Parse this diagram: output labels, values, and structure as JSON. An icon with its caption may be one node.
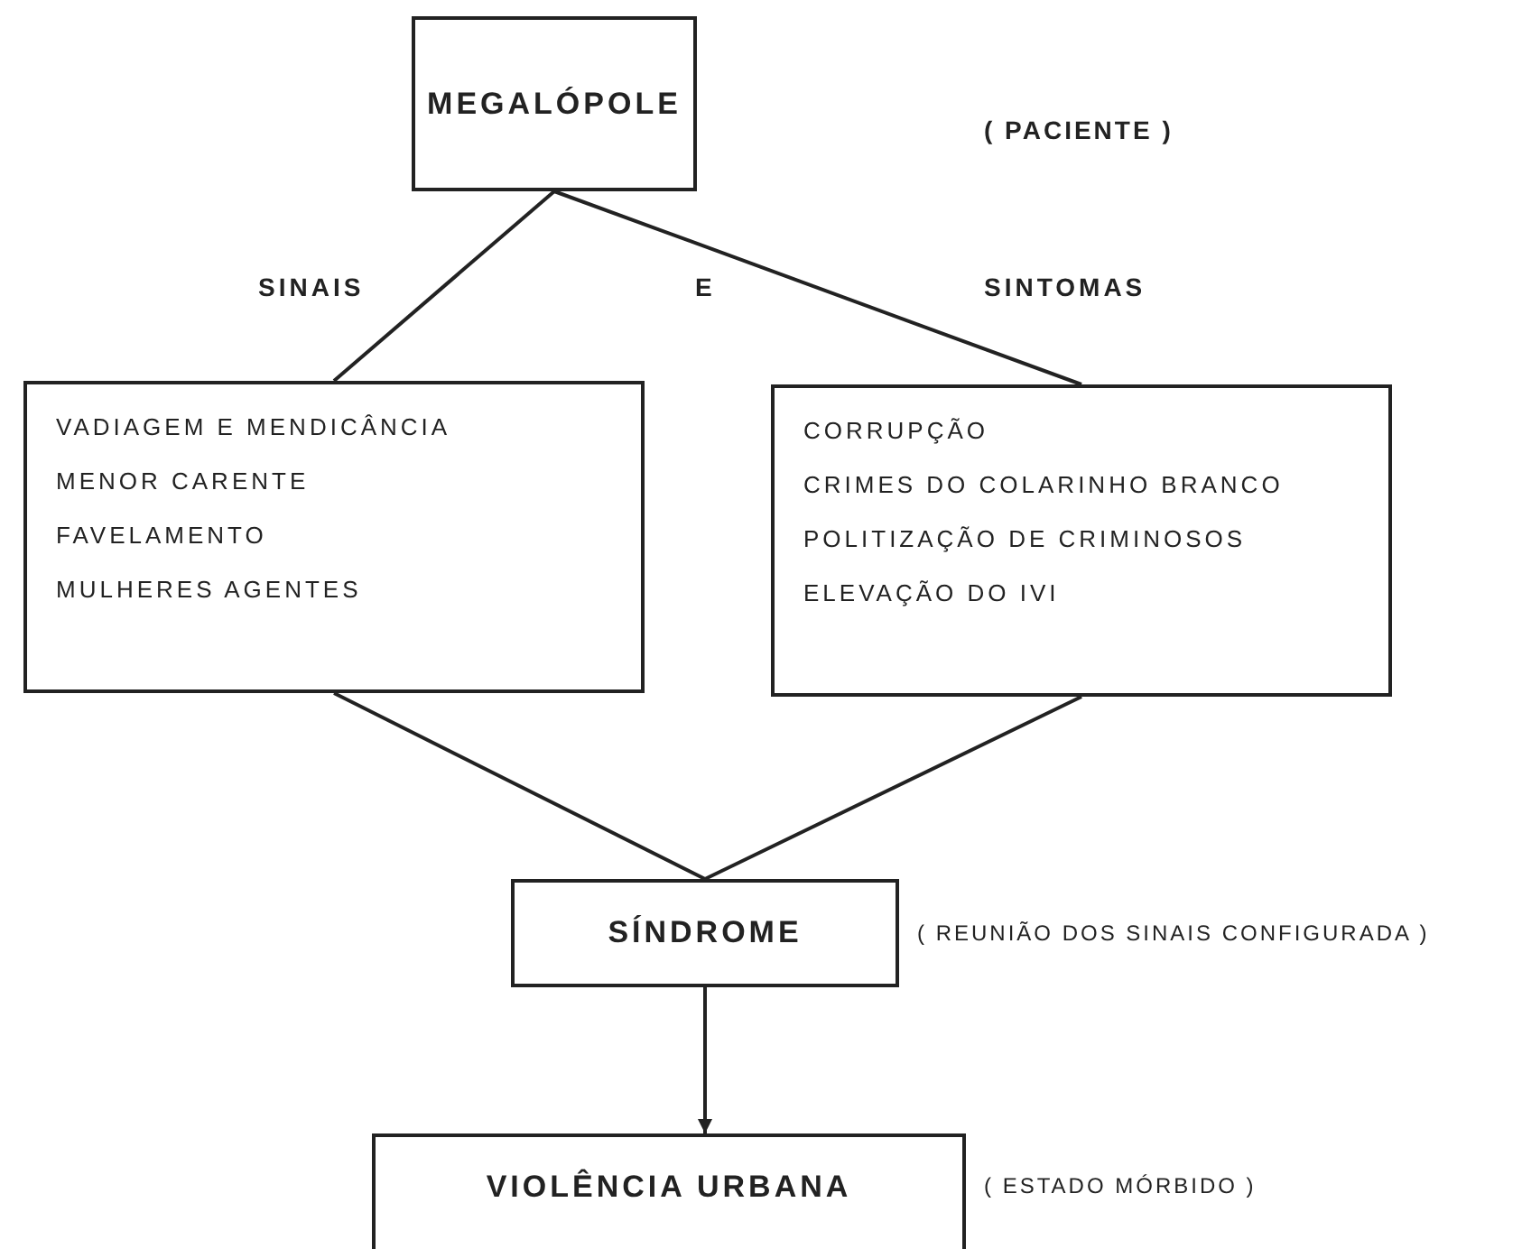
{
  "diagram": {
    "nodes": [
      {
        "text": [
          "MEGALÓPOLE"
        ]
      },
      {
        "text": [
          "VADIAGEM E MENDICÂNCIA",
          "MENOR CARENTE",
          "FAVELAMENTO",
          "MULHERES AGENTES"
        ]
      },
      {
        "text": [
          "CORRUPÇÃO",
          "CRIMES DO COLARINHO BRANCO",
          "POLITIZAÇÃO DE CRIMINOSOS",
          "ELEVAÇÃO DO IVI"
        ]
      },
      {
        "text": [
          "SÍNDROME"
        ],
        "beside": [
          "( REUNIÃO DOS SINAIS CONFIGURADA )"
        ]
      },
      {
        "text": [
          "VIOLÊNCIA URBANA"
        ],
        "beside": [
          "( ESTADO MÓRBIDO )"
        ]
      }
    ],
    "edges": [
      {
        "from": 0,
        "to": 1,
        "arrow": "none"
      },
      {
        "from": 0,
        "to": 2,
        "arrow": "none"
      },
      {
        "from": 1,
        "to": 3,
        "arrow": "none"
      },
      {
        "from": 2,
        "to": 3,
        "arrow": "none"
      },
      {
        "from": 3,
        "to": 4,
        "arrow": "to"
      }
    ],
    "labels": [
      "( PACIENTE )",
      "SINAIS",
      "E",
      "SINTOMAS"
    ]
  }
}
